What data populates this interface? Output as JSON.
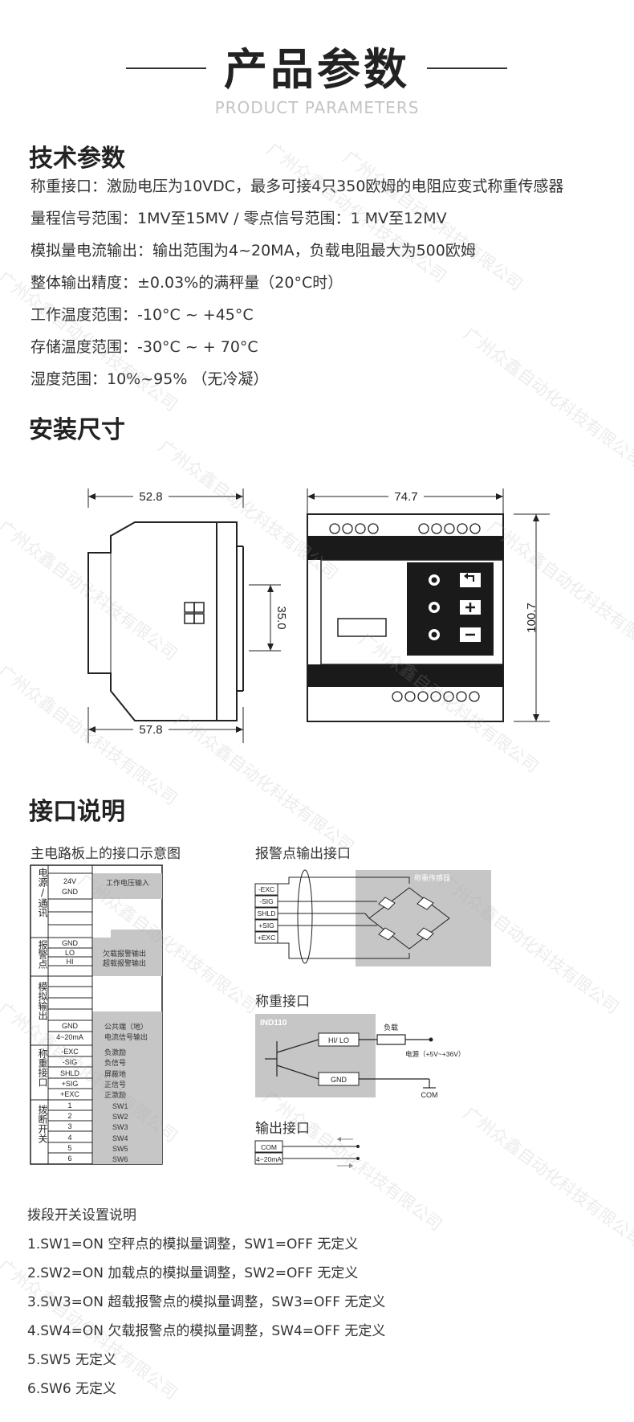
{
  "header": {
    "title": "产品参数",
    "subtitle": "PRODUCT PARAMETERS"
  },
  "tech": {
    "heading": "技术参数",
    "items": [
      "称重接口：激励电压为10VDC，最多可接4只350欧姆的电阻应变式称重传感器",
      "量程信号范围：1MV至15MV / 零点信号范围：1 MV至12MV",
      "模拟量电流输出：输出范围为4~20MA，负载电阻最大为500欧姆",
      "整体输出精度：±0.03%的满秤量（20°C时）",
      "工作温度范围：-10°C ~ +45°C",
      "存储温度范围：-30°C ~ + 70°C",
      "湿度范围：10%~95% （无冷凝）"
    ]
  },
  "install": {
    "heading": "安装尺寸",
    "dims": {
      "side_top": "52.8",
      "side_bottom": "57.8",
      "side_height": "35.0",
      "front_width": "74.7",
      "front_height": "100.7"
    },
    "icons": [
      "return-icon",
      "plus-icon",
      "minus-icon"
    ]
  },
  "interface": {
    "heading": "接口说明",
    "board_title": "主电路板上的接口示意图",
    "alarm_title": "报警点输出接口",
    "weigh_title": "称重接口",
    "output_title": "输出接口",
    "groups": {
      "power": "电源/通讯",
      "alarm": "报警点",
      "analog": "模拟输出",
      "weigh": "称重接口",
      "dip": "拨断开关"
    },
    "power_terms": [
      "24V",
      "GND"
    ],
    "power_desc": "工作电压输入",
    "alarm_terms": [
      "GND",
      "LO",
      "HI"
    ],
    "alarm_desc": [
      "欠载报警输出",
      "超载报警输出"
    ],
    "analog_terms": [
      "GND",
      "4~20mA"
    ],
    "analog_desc": [
      "公共端（地）",
      "电流信号输出"
    ],
    "weigh_terms": [
      "-EXC",
      "-SIG",
      "SHLD",
      "+SIG",
      "+EXC"
    ],
    "weigh_desc": [
      "负激励",
      "负信号",
      "屏蔽地",
      "正信号",
      "正激励"
    ],
    "dip_terms": [
      "1",
      "2",
      "3",
      "4",
      "5",
      "6"
    ],
    "dip_desc": [
      "SW1",
      "SW2",
      "SW3",
      "SW4",
      "SW5",
      "SW6"
    ],
    "sensor_label": "称重传感器",
    "sensor_terms": [
      "-EXC",
      "-SIG",
      "SHLD",
      "+SIG",
      "+EXC"
    ],
    "weigh_if": {
      "model": "IND110",
      "hilo": "HI/ LO",
      "gnd": "GND",
      "load": "负载",
      "supply": "电源（+5V~+36V）",
      "com": "COM"
    },
    "output_terms": [
      "COM",
      "4~20mA"
    ]
  },
  "switch_notes": {
    "title": "拨段开关设置说明",
    "items": [
      "1.SW1=ON 空秤点的模拟量调整，SW1=OFF 无定义",
      "2.SW2=ON 加载点的模拟量调整，SW2=OFF 无定义",
      "3.SW3=ON 超载报警点的模拟量调整，SW3=OFF 无定义",
      "4.SW4=ON 欠载报警点的模拟量调整，SW4=OFF 无定义",
      "5.SW5 无定义",
      "6.SW6 无定义"
    ]
  },
  "watermark": "广州众鑫自动化科技有限公司",
  "colors": {
    "panel_gray": "#c6c6c6",
    "dark": "#1a1a1a",
    "sub_gray": "#c4c4c4"
  }
}
